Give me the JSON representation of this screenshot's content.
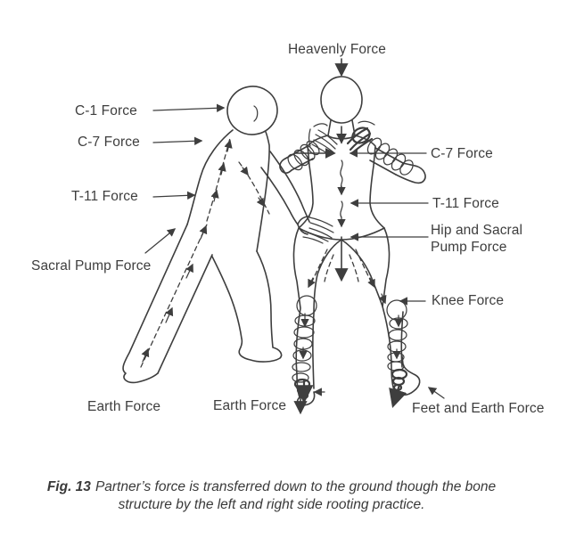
{
  "figure": {
    "labels": {
      "heavenly": "Heavenly Force",
      "c1": "C-1 Force",
      "c7_left": "C-7 Force",
      "t11_left": "T-11 Force",
      "sacral_pump": "Sacral Pump Force",
      "earth_left": "Earth Force",
      "earth_center": "Earth Force",
      "c7_right": "C-7 Force",
      "t11_right": "T-11 Force",
      "hip_sacral": "Hip and Sacral Pump Force",
      "knee": "Knee Force",
      "feet_earth": "Feet and Earth Force"
    },
    "caption": {
      "fig_label": "Fig. 13",
      "line1": "Partner’s force is transferred down to the ground though the bone",
      "line2": "structure by the left and right side rooting practice."
    },
    "colors": {
      "ink": "#3e3e3e",
      "background": "#ffffff"
    }
  }
}
